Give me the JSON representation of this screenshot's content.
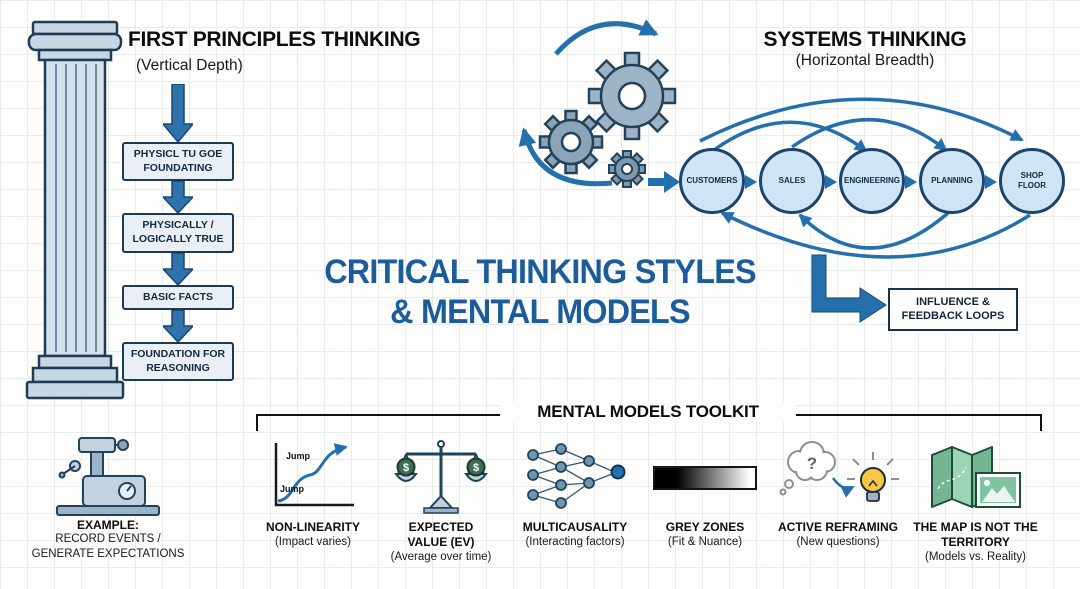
{
  "meta": {
    "accent_blue": "#2470ad",
    "title_blue": "#1d5c9b",
    "box_fill": "#e9eff5",
    "node_fill": "#cfe4f4"
  },
  "first_principles": {
    "title": "FIRST PRINCIPLES THINKING",
    "subtitle": "(Vertical Depth)",
    "steps": [
      "PHYSICL TU GOE FOUNDATING",
      "PHYSICALLY / LOGICALLY TRUE",
      "BASIC FACTS",
      "FOUNDATION FOR REASONING"
    ]
  },
  "center": {
    "title_line1": "CRITICAL THINKING STYLES",
    "title_line2": "& MENTAL MODELS"
  },
  "systems": {
    "title": "SYSTEMS THINKING",
    "subtitle": "(Horizontal Breadth)",
    "nodes": [
      "CUSTOMERS",
      "SALES",
      "ENGINEERING",
      "PLANNING",
      "SHOP FLOOR"
    ],
    "feedback_box": "INFLUENCE & FEEDBACK LOOPS"
  },
  "example": {
    "label1": "EXAMPLE:",
    "label2": "RECORD EVENTS /",
    "label3": "GENERATE EXPECTATIONS"
  },
  "toolkit": {
    "title": "MENTAL MODELS TOOLKIT",
    "items": [
      {
        "name": "NON-LINEARITY",
        "desc": "(Impact varies)"
      },
      {
        "name": "EXPECTED VALUE (EV)",
        "desc": "(Average over time)"
      },
      {
        "name": "MULTICAUSALITY",
        "desc": "(Interacting factors)"
      },
      {
        "name": "GREY ZONES",
        "desc": "(Fit & Nuance)"
      },
      {
        "name": "ACTIVE REFRAMING",
        "desc": "(New questions)"
      },
      {
        "name": "THE MAP IS NOT THE TERRITORY",
        "desc": "(Models vs. Reality)"
      }
    ],
    "icon_labels": {
      "jump": "Jump",
      "dollar": "$",
      "question": "?"
    }
  }
}
